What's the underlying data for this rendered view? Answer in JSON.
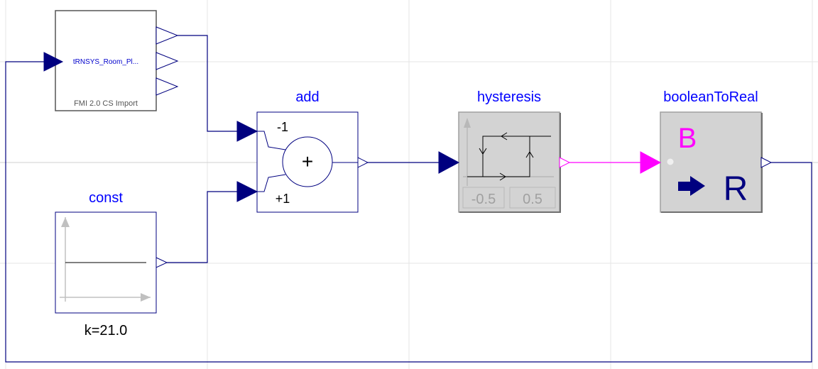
{
  "colors": {
    "grid": "#e6e6e6",
    "wire": "#00007f",
    "boolean_wire": "#ff00ff",
    "block_label": "#0000ff",
    "block_border": "#000080",
    "gray_block_fill": "#d3d3d3",
    "fmu_border": "#555555",
    "fmu_text": "#0000cc",
    "disabled_text": "#a0a0a0"
  },
  "blocks": {
    "fmu": {
      "title": "tRNSYS_Room_Pl...",
      "subtitle": "FMI 2.0 CS Import"
    },
    "add": {
      "label": "add",
      "gain_top": "-1",
      "gain_bottom": "+1",
      "symbol": "+"
    },
    "const": {
      "label": "const",
      "param": "k=21.0"
    },
    "hysteresis": {
      "label": "hysteresis",
      "u_low": "-0.5",
      "u_high": "0.5"
    },
    "boolean_to_real": {
      "label": "booleanToReal",
      "input_letter": "B",
      "output_letter": "R"
    }
  },
  "icons": {
    "input_port": "filled-triangle-icon",
    "output_port": "hollow-triangle-icon",
    "arrow": "right-arrow-icon"
  }
}
